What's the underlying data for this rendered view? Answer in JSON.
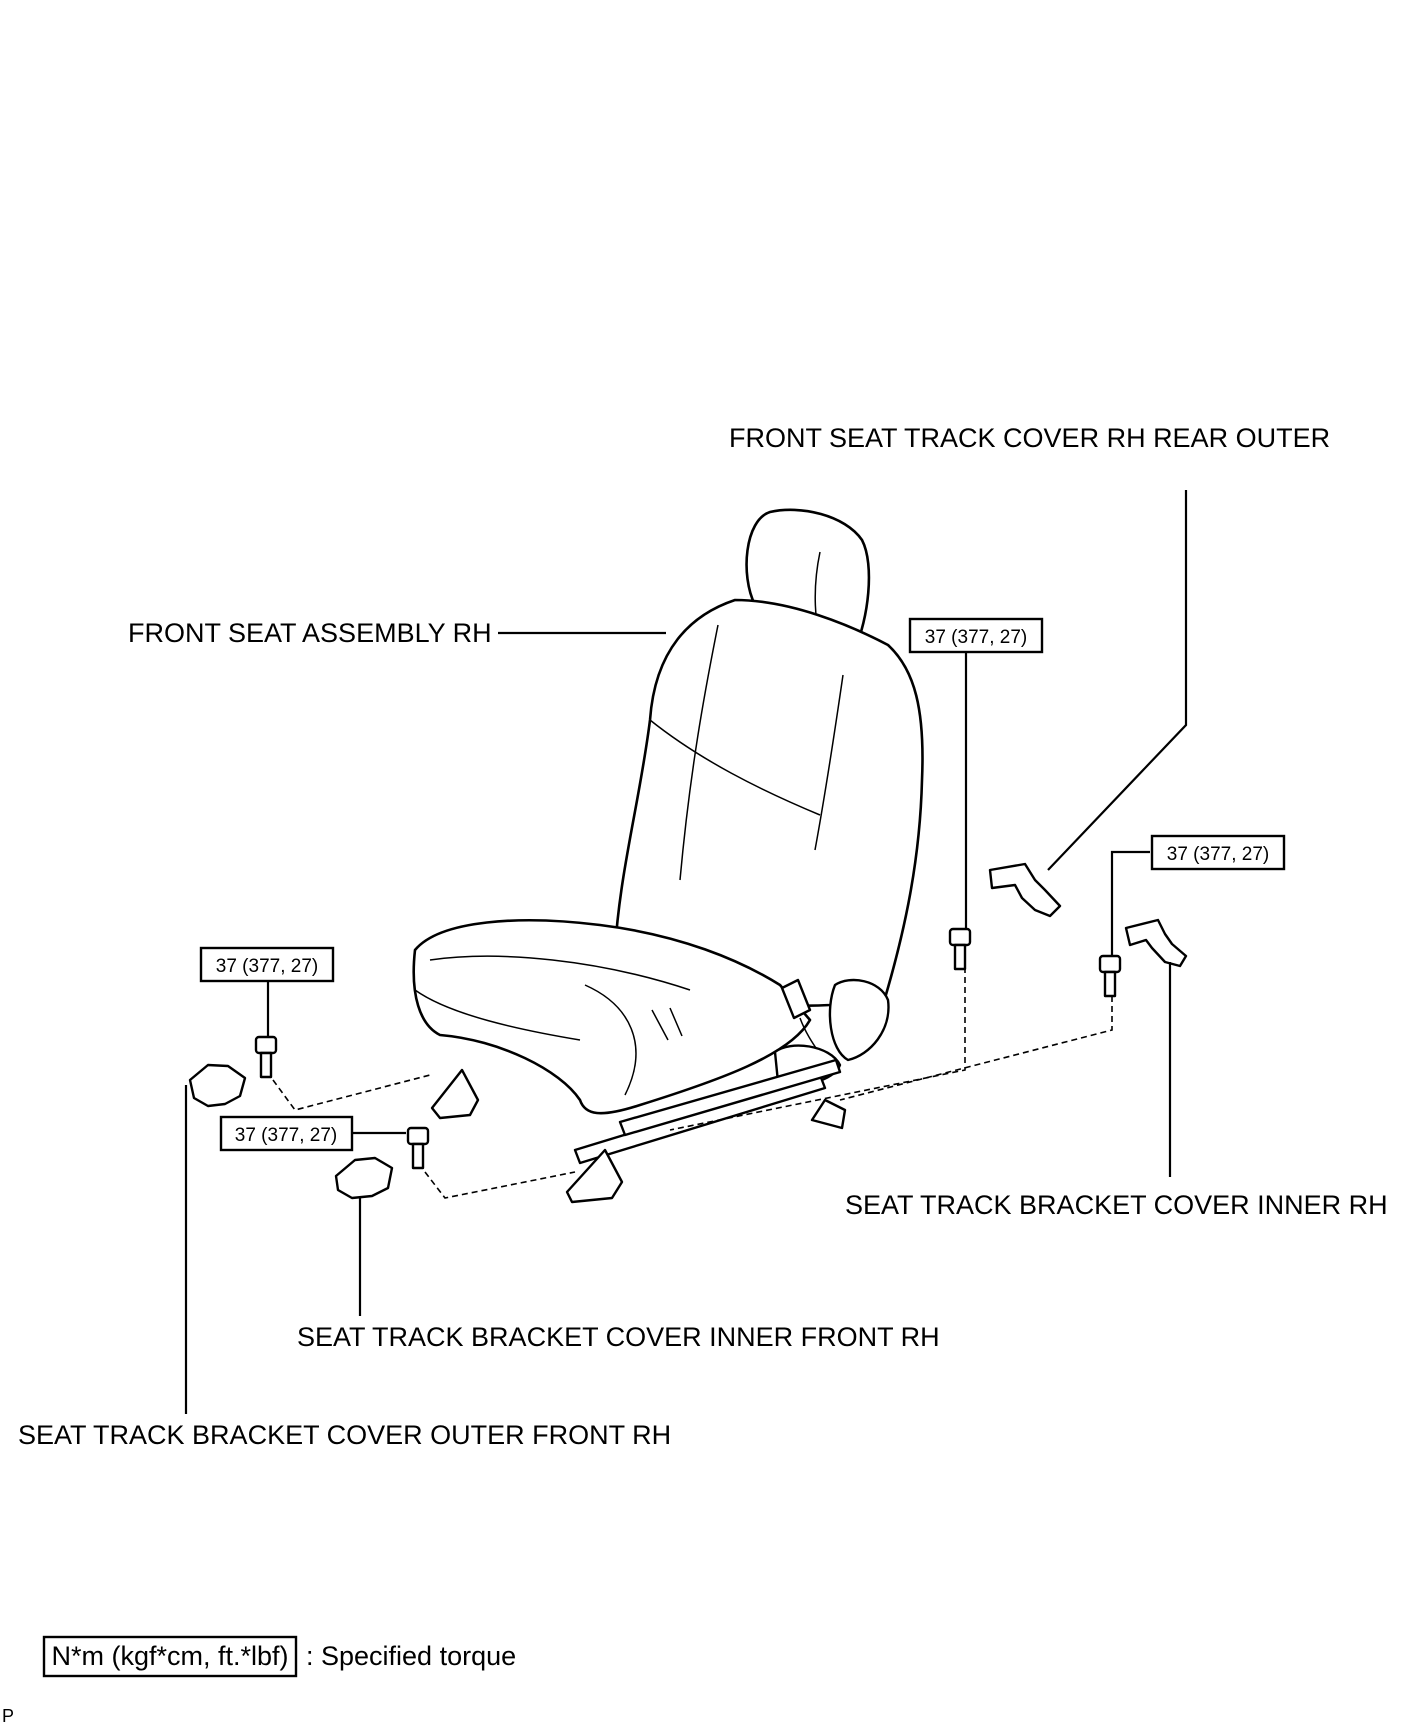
{
  "labels": {
    "rear_outer_cover": "FRONT SEAT TRACK COVER RH REAR OUTER",
    "seat_assembly": "FRONT SEAT ASSEMBLY RH",
    "inner_cover": "SEAT TRACK BRACKET COVER INNER RH",
    "inner_front_cover": "SEAT TRACK BRACKET COVER INNER FRONT RH",
    "outer_front_cover": "SEAT TRACK BRACKET COVER OUTER FRONT RH"
  },
  "torques": {
    "rear_outer_bolt": "37 (377, 27)",
    "rear_inner_bolt": "37 (377, 27)",
    "front_outer_bolt": "37 (377, 27)",
    "front_inner_bolt": "37 (377, 27)"
  },
  "legend": {
    "unit_box": "N*m (kgf*cm, ft.*lbf)",
    "description": ": Specified torque"
  },
  "corner_mark": "P"
}
